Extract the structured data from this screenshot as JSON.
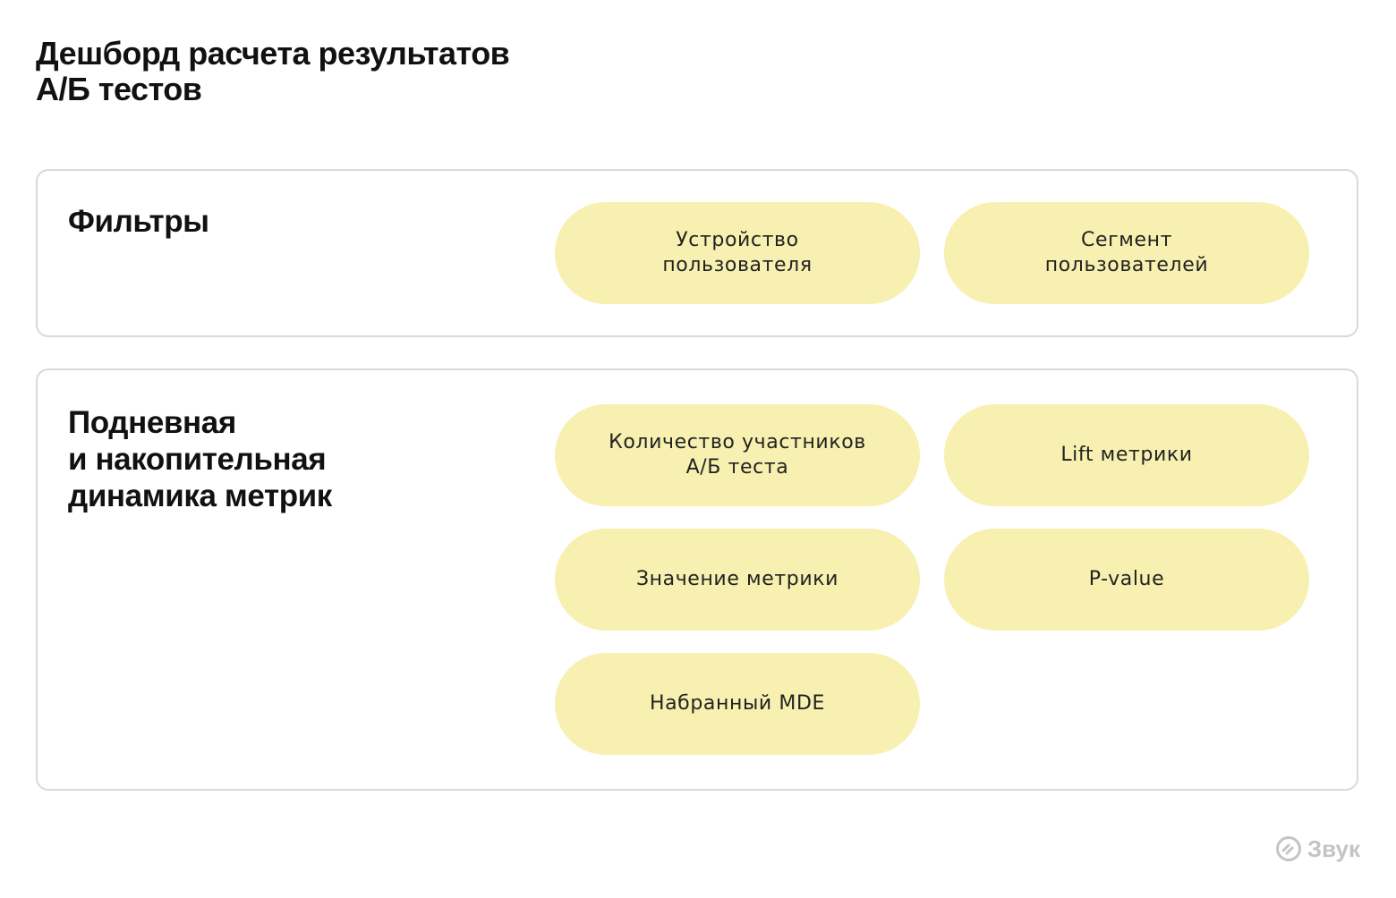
{
  "title": "Дешборд расчета результатов\nА/Б тестов",
  "filters": {
    "heading": "Фильтры",
    "items": [
      {
        "label": "Устройство\nпользователя"
      },
      {
        "label": "Сегмент\nпользователей"
      }
    ]
  },
  "dynamics": {
    "heading": "Подневная\nи накопительная\nдинамика метрик",
    "items": [
      {
        "label": "Количество участников\nА/Б теста"
      },
      {
        "label": "Lift метрики"
      },
      {
        "label": "Значение метрики"
      },
      {
        "label": "P-value"
      },
      {
        "label": "Набранный MDE"
      }
    ]
  },
  "brand": {
    "name": "Звук",
    "icon": "zvuk-logo-icon"
  },
  "colors": {
    "pill_background": "#f7f0b0",
    "panel_border": "#d9d9d9",
    "brand": "#c4c4c4"
  }
}
